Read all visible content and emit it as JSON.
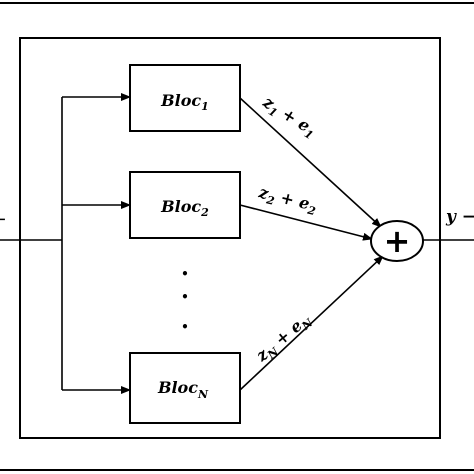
{
  "blocks": [
    {
      "name": "Bloc",
      "sub": "1"
    },
    {
      "name": "Bloc",
      "sub": "2"
    },
    {
      "name": "Bloc",
      "sub": "N"
    }
  ],
  "branch_labels": [
    {
      "var": "z",
      "var_sub": "1",
      "op": " + ",
      "err": "e",
      "err_sub": "1"
    },
    {
      "var": "z",
      "var_sub": "2",
      "op": " + ",
      "err": "e",
      "err_sub": "2"
    },
    {
      "var": "z",
      "var_sub": "N",
      "op": " + ",
      "err": "e",
      "err_sub": "N"
    }
  ],
  "sum_symbol": "+",
  "output_label": "y −",
  "input_label": "←",
  "ellipsis": "⋮",
  "colors": {
    "line": "#000000",
    "background": "#ffffff"
  }
}
